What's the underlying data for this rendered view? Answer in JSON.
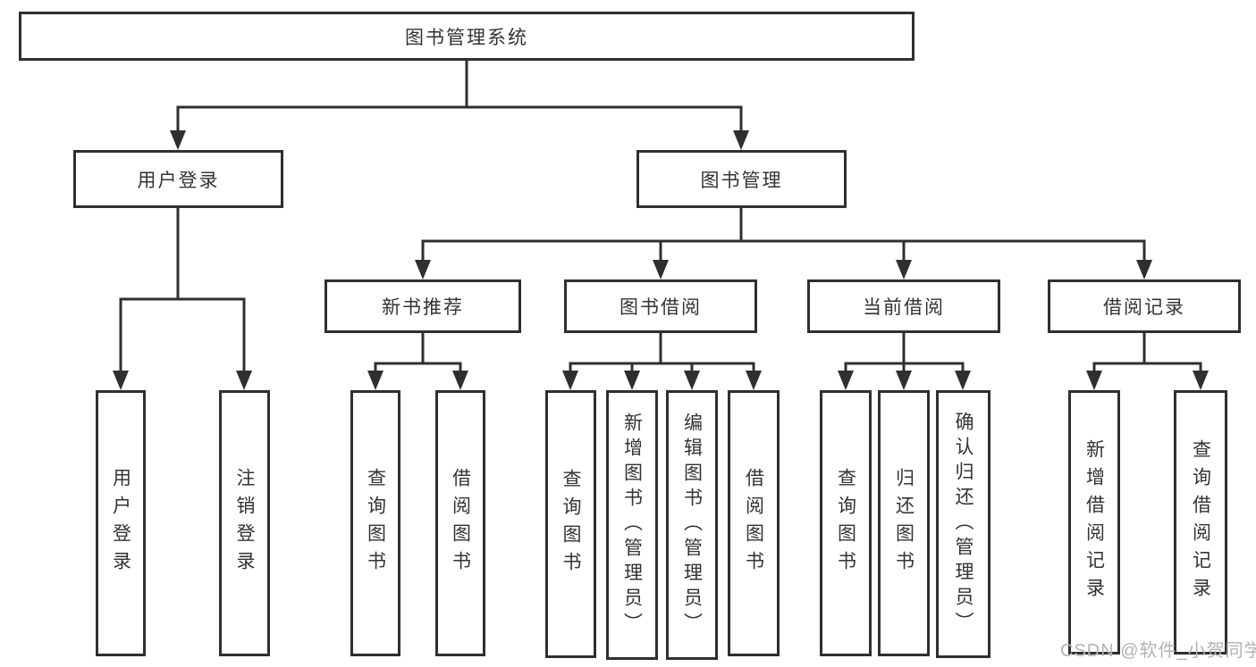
{
  "colors": {
    "background": "#ffffff",
    "line": "#2f2f2f",
    "box_border": "#2f2f2f",
    "text": "#333333",
    "watermark": "#b3b3b3"
  },
  "tree": {
    "root": {
      "label": "图书管理系统"
    },
    "branches": [
      {
        "label": "用户登录",
        "leaves": [
          {
            "label": "用户登录"
          },
          {
            "label": "注销登录"
          }
        ]
      },
      {
        "label": "图书管理",
        "groups": [
          {
            "label": "新书推荐",
            "leaves": [
              {
                "label": "查询图书"
              },
              {
                "label": "借阅图书"
              }
            ]
          },
          {
            "label": "图书借阅",
            "leaves": [
              {
                "label": "查询图书"
              },
              {
                "label": "新增图书（管理员）"
              },
              {
                "label": "编辑图书（管理员）"
              },
              {
                "label": "借阅图书"
              }
            ]
          },
          {
            "label": "当前借阅",
            "leaves": [
              {
                "label": "查询图书"
              },
              {
                "label": "归还图书"
              },
              {
                "label": "确认归还（管理员）"
              }
            ]
          },
          {
            "label": "借阅记录",
            "leaves": [
              {
                "label": "新增借阅记录"
              },
              {
                "label": "查询借阅记录"
              }
            ]
          }
        ]
      }
    ]
  },
  "watermark": {
    "text": "CSDN @软件_小贺同学"
  }
}
